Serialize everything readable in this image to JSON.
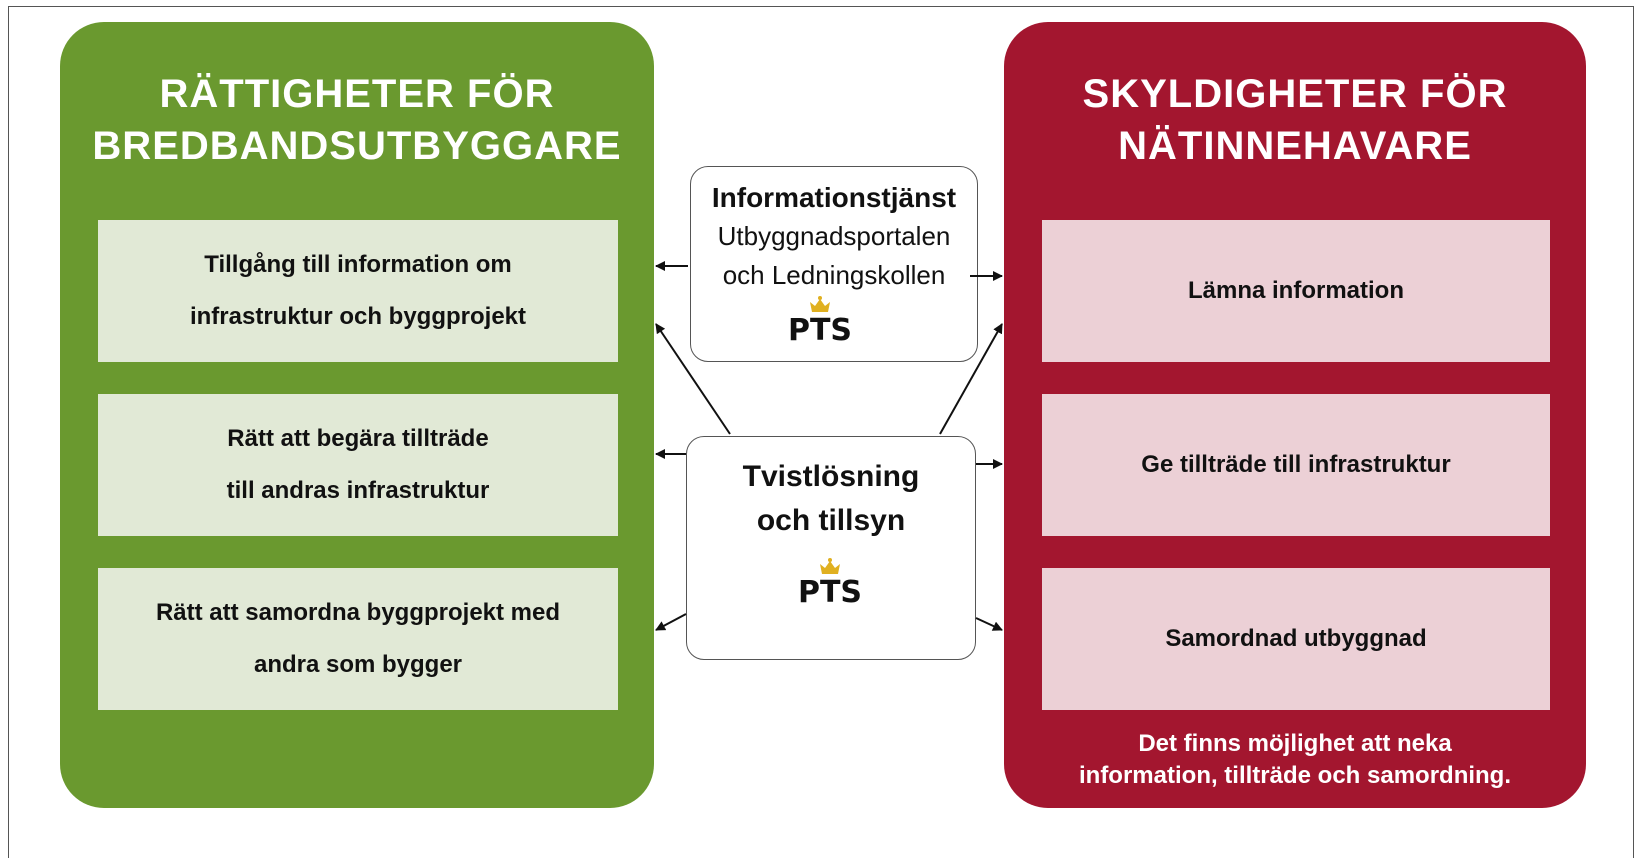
{
  "left_panel": {
    "title": "RÄTTIGHETER FÖR\nBREDBANDSUTBYGGARE",
    "color": "#6a992f",
    "items": [
      {
        "label": "Tillgång till information om\ninfrastruktur och byggprojekt"
      },
      {
        "label": "Rätt att begära tillträde\ntill andras infrastruktur"
      },
      {
        "label": "Rätt att samordna byggprojekt med\nandra som bygger"
      }
    ]
  },
  "right_panel": {
    "title": "SKYLDIGHETER FÖR\nNÄTINNEHAVARE",
    "color": "#a3162f",
    "items": [
      {
        "label": "Lämna information"
      },
      {
        "label": "Ge tillträde till infrastruktur"
      },
      {
        "label": "Samordnad utbyggnad"
      }
    ],
    "note": "Det finns möjlighet att neka\ninformation, tillträde och samordning."
  },
  "info_box": {
    "title": "Informationstjänst",
    "subtitle": "Utbyggnadsportalen\noch Ledningskollen",
    "logo_text": "PTS"
  },
  "dispute_box": {
    "title": "Tvistlösning\noch tillsyn",
    "logo_text": "PTS"
  },
  "icons": {
    "logo": "pts-crown-logo"
  }
}
